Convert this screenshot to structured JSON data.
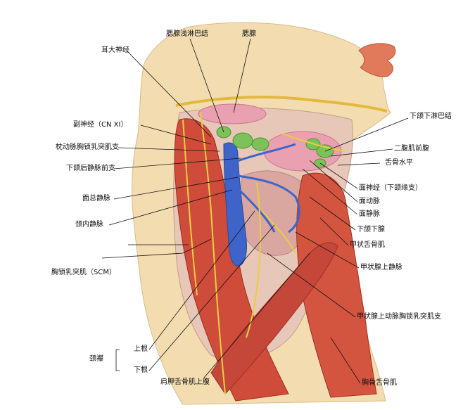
{
  "colors": {
    "skin": "#f3ddb0",
    "muscle": "#cf4b3a",
    "vein": "#3e63c9",
    "gland": "#e9a0b0",
    "lymph": "#7cc25a",
    "nerve": "#e8cf3f",
    "background": "#ffffff"
  },
  "labels": {
    "parotid_lymph": "腮腺浅淋巴结",
    "parotid": "腮腺",
    "great_auricular": "耳大神经",
    "accessory": "副神经（CN XI）",
    "occipital_branch": "枕动脉胸锁乳突肌支",
    "retromandibular": "下颌后静脉前支",
    "common_facial": "面总静脉",
    "ijv": "颈内静脉",
    "scm": "胸锁乳突肌（SCM）",
    "ansa": "颈襻",
    "superior_root": "上根",
    "inferior_root": "下根",
    "omohyoid": "肩胛舌骨肌上腹",
    "submandibular_lymph": "下颌下淋巴结",
    "digastric": "二腹肌前腹",
    "hyoid_level": "舌骨水平",
    "facial_nerve": "面神经（下颌缘支）",
    "facial_artery": "面动脉",
    "facial_vein": "面静脉",
    "submandibular_gland": "下颌下腺",
    "thyrohyoid": "甲状舌骨肌",
    "sup_thyroid_vein": "甲状腺上静脉",
    "sup_thyroid_artery_branch": "甲状腺上动脉胸锁乳突肌支",
    "sternohyoid": "胸骨舌骨肌"
  }
}
